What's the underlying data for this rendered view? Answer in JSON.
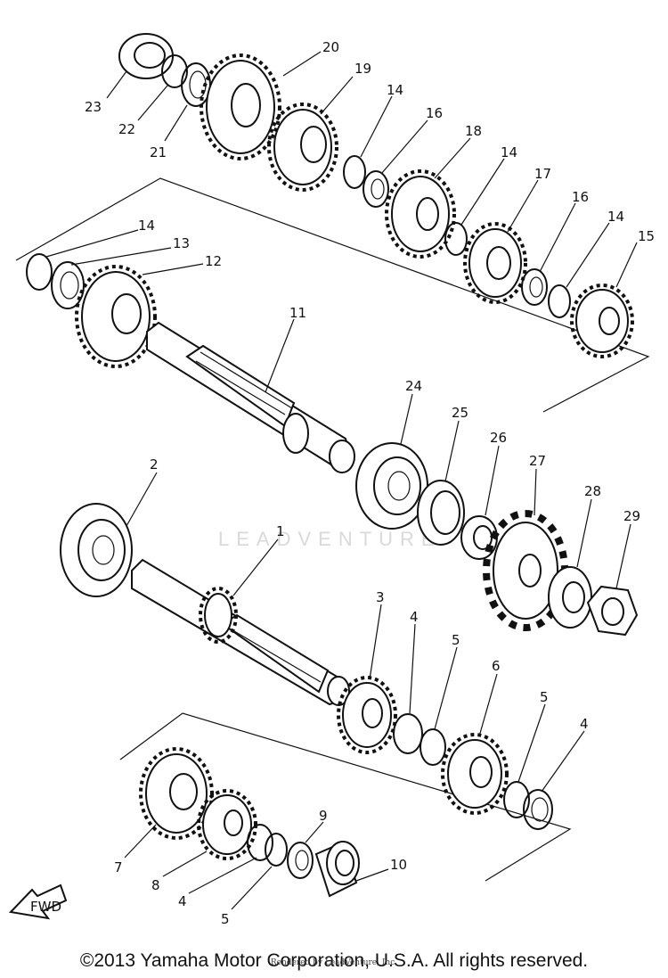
{
  "diagram": {
    "callouts": {
      "c1": "1",
      "c2": "2",
      "c3": "3",
      "c4a": "4",
      "c4b": "4",
      "c4c": "4",
      "c5a": "5",
      "c5b": "5",
      "c5c": "5",
      "c6": "6",
      "c7": "7",
      "c8": "8",
      "c9": "9",
      "c10": "10",
      "c11": "11",
      "c12": "12",
      "c13": "13",
      "c14a": "14",
      "c14b": "14",
      "c14c": "14",
      "c14d": "14",
      "c15": "15",
      "c16a": "16",
      "c16b": "16",
      "c17": "17",
      "c18": "18",
      "c19": "19",
      "c20": "20",
      "c21": "21",
      "c22": "22",
      "c23": "23",
      "c24": "24",
      "c25": "25",
      "c26": "26",
      "c27": "27",
      "c28": "28",
      "c29": "29"
    },
    "fwd_label": "FWD",
    "watermark": "LEADVENTURE"
  },
  "footer": {
    "copyright": "©2013 Yamaha Motor Corporation, U.S.A. All rights reserved.",
    "rendered_by": "Rendered by LeadVenture, Inc."
  }
}
